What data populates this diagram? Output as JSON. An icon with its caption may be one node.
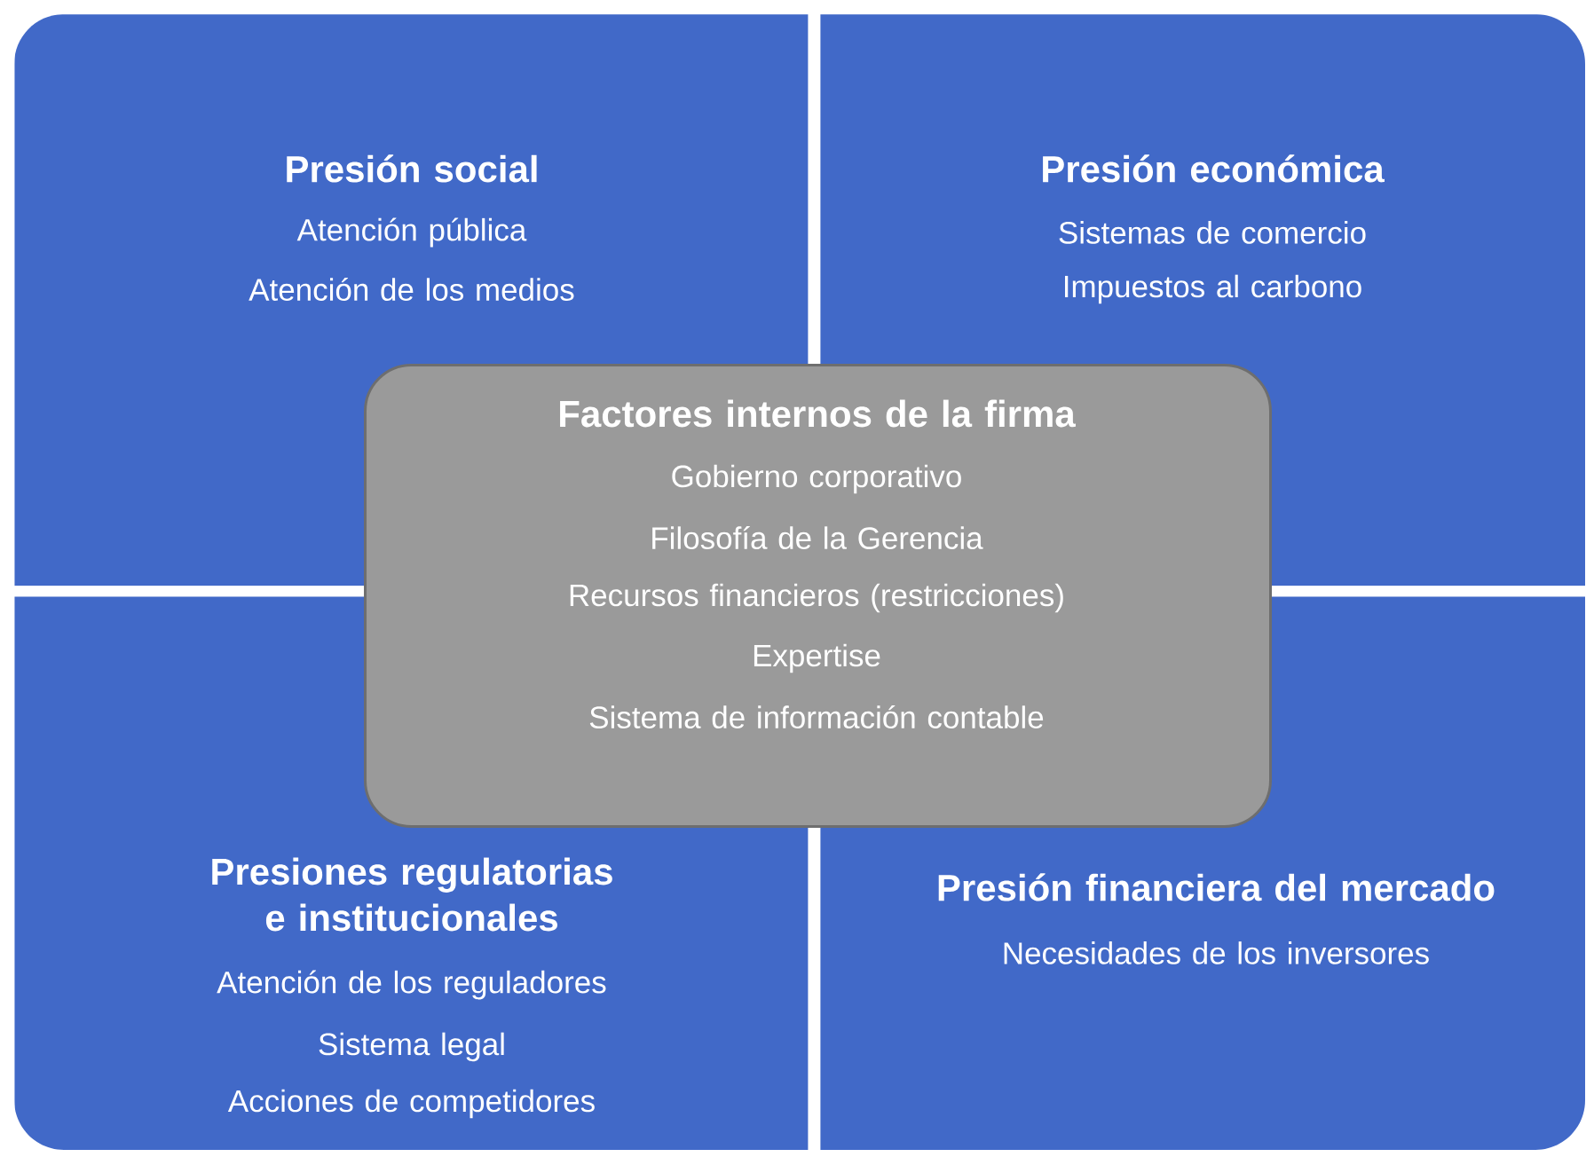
{
  "diagram": {
    "nodes": [
      {
        "text": [
          "Presión social",
          "Atención pública",
          "Atención de los medios"
        ]
      },
      {
        "text": [
          "Presión económica",
          "Sistemas de comercio",
          "Impuestos al carbono"
        ]
      },
      {
        "text": [
          "Factores internos de la firma",
          "Gobierno corporativo",
          "Filosofía de la Gerencia",
          "Recursos financieros (restricciones)",
          "Expertise",
          "Sistema de información contable"
        ]
      },
      {
        "text": [
          "Presiones regulatorias e institucionales",
          "Atención de los reguladores",
          "Sistema legal",
          "Acciones de competidores"
        ]
      },
      {
        "text": [
          "Presión financiera del mercado",
          "Necesidades de los inversores"
        ]
      }
    ]
  }
}
